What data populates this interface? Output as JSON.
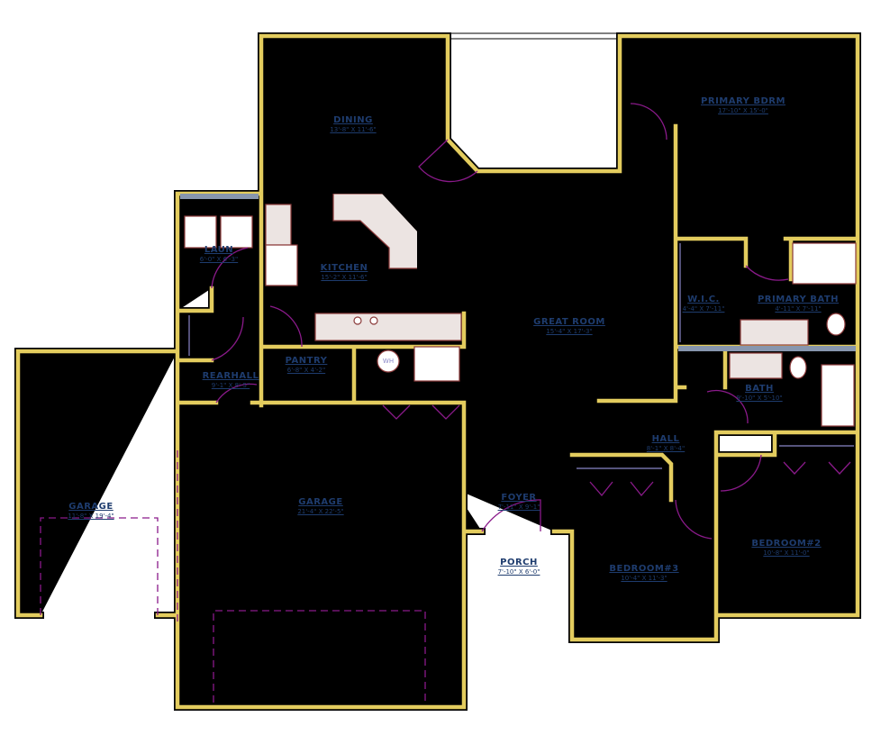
{
  "rooms": [
    {
      "name": "DINING",
      "dims": "13'-8\" X 11'-6\""
    },
    {
      "name": "PRIMARY BDRM",
      "dims": "17'-10\" X 15'-0\""
    },
    {
      "name": "LAUN",
      "dims": "6'-0\" X 6'-3\""
    },
    {
      "name": "KITCHEN",
      "dims": "15'-2\" X 11'-6\""
    },
    {
      "name": "W.I.C.",
      "dims": "4'-4\" X 7'-11\""
    },
    {
      "name": "PRIMARY BATH",
      "dims": "4'-11\" X 7'-11\""
    },
    {
      "name": "GREAT ROOM",
      "dims": "15'-4\" X 17'-3\""
    },
    {
      "name": "PANTRY",
      "dims": "6'-8\" X 4'-2\""
    },
    {
      "name": "REARHALL",
      "dims": "9'-1\" X 8'-5\""
    },
    {
      "name": "BATH",
      "dims": "9'-10\" X 5'-10\""
    },
    {
      "name": "HALL",
      "dims": "8'-1\" X 8'-4\""
    },
    {
      "name": "FOYER",
      "dims": "7'-11\" X 9'-1\""
    },
    {
      "name": "GARAGE",
      "dims": "11'-8\" X 19'-4\""
    },
    {
      "name": "GARAGE",
      "dims": "21'-4\" X 22'-5\""
    },
    {
      "name": "PORCH",
      "dims": "7'-10\" X 6'-0\""
    },
    {
      "name": "BEDROOM#3",
      "dims": "10'-4\" X 11'-3\""
    },
    {
      "name": "BEDROOM#2",
      "dims": "10'-8\" X 11'-0\""
    }
  ],
  "fixtures": {
    "water_heater": "WH"
  },
  "colors": {
    "wall_fill": "#e3cc5e",
    "label": "#1e3c6e",
    "door": "#8a1a8a",
    "cabinet": "#8b3a3a"
  }
}
